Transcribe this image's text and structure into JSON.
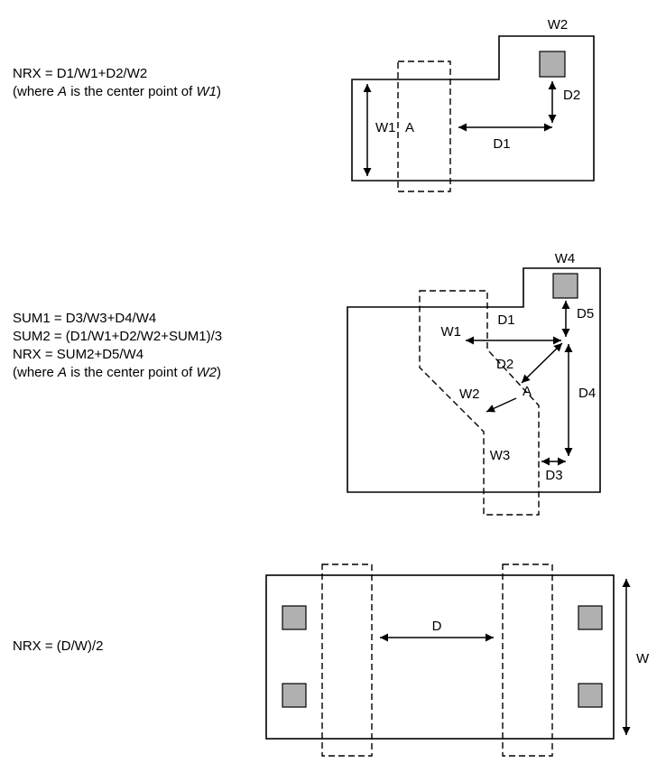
{
  "colors": {
    "outline": "#000000",
    "square_fill": "#b0b0b0",
    "background": "#ffffff"
  },
  "figure1": {
    "formula_line1": "NRX = D1/W1+D2/W2",
    "where_open": "(where ",
    "where_var_a": "A",
    "where_middle": " is the center point of ",
    "where_var_w": "W1",
    "where_close": ")",
    "labels": {
      "W1": "W1",
      "W2": "W2",
      "D1": "D1",
      "D2": "D2",
      "A": "A"
    }
  },
  "figure2": {
    "formula_line1": "SUM1 = D3/W3+D4/W4",
    "formula_line2": "SUM2 = (D1/W1+D2/W2+SUM1)/3",
    "formula_line3": "NRX = SUM2+D5/W4",
    "where_open": "(where ",
    "where_var_a": "A",
    "where_middle": " is the center point of ",
    "where_var_w": "W2",
    "where_close": ")",
    "labels": {
      "W1": "W1",
      "W2": "W2",
      "W3": "W3",
      "W4": "W4",
      "D1": "D1",
      "D2": "D2",
      "D3": "D3",
      "D4": "D4",
      "D5": "D5",
      "A": "A"
    }
  },
  "figure3": {
    "formula_line1": "NRX = (D/W)/2",
    "labels": {
      "D": "D",
      "W": "W"
    }
  }
}
